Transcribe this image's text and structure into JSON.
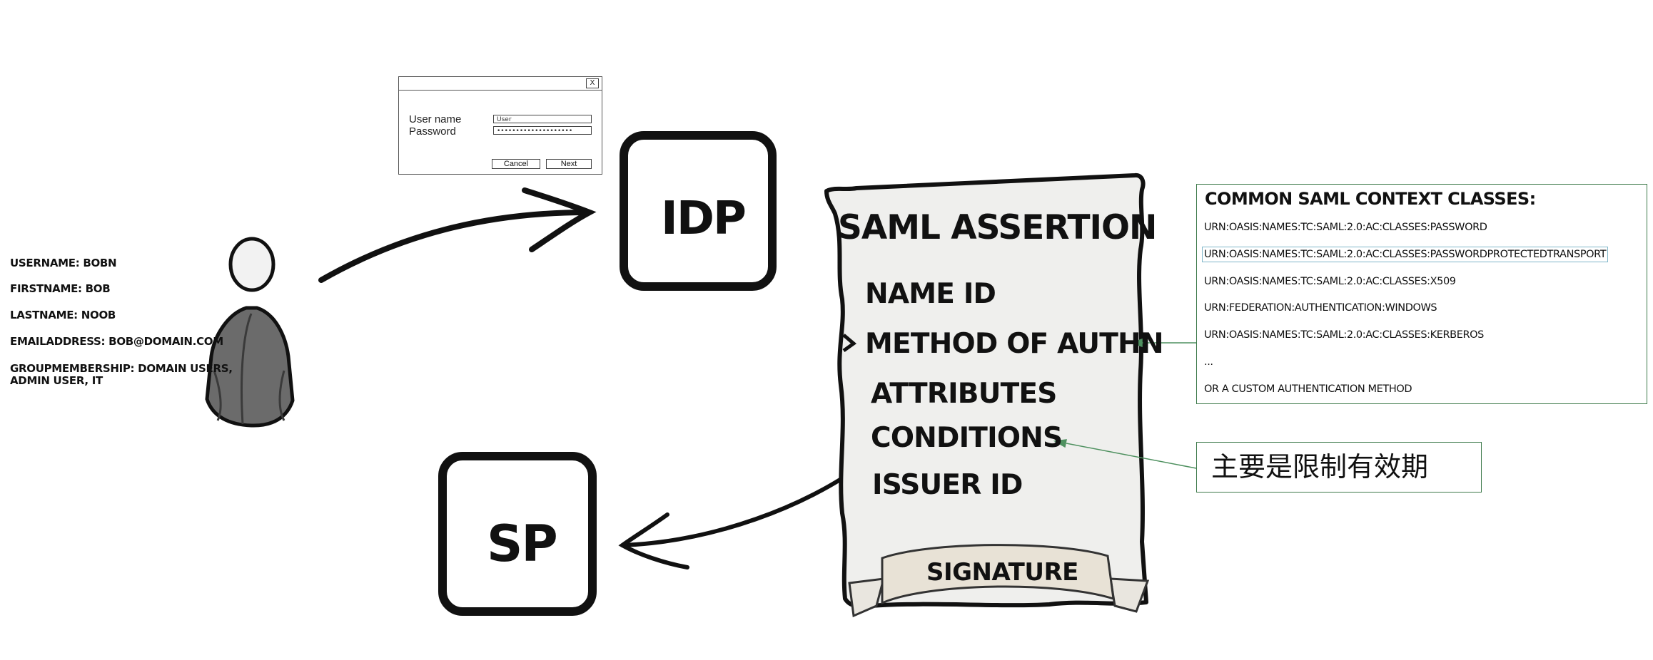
{
  "user": {
    "attributes": [
      "USERNAME: BOBN",
      "FIRSTNAME: BOB",
      "LASTNAME: NOOB",
      "EMAILADDRESS: BOB@DOMAIN.COM",
      "GROUPMEMBERSHIP: DOMAIN USERS,",
      "ADMIN USER, IT"
    ]
  },
  "login_dialog": {
    "close": "X",
    "username_label": "User name",
    "password_label": "Password",
    "username_value": "User",
    "password_value": "••••••••••••••••••••",
    "cancel": "Cancel",
    "next": "Next"
  },
  "nodes": {
    "idp": "IDP",
    "sp": "SP"
  },
  "assertion": {
    "title": "SAML ASSERTION",
    "items": [
      "NAME ID",
      "METHOD OF AUTHN",
      "ATTRIBUTES",
      "CONDITIONS",
      "ISSUER ID"
    ],
    "signature": "SIGNATURE"
  },
  "context_classes": {
    "title": "COMMON SAML CONTEXT CLASSES:",
    "items": [
      "URN:OASIS:NAMES:TC:SAML:2.0:AC:CLASSES:PASSWORD",
      "URN:OASIS:NAMES:TC:SAML:2.0:AC:CLASSES:PASSWORDPROTECTEDTRANSPORT",
      "URN:OASIS:NAMES:TC:SAML:2.0:AC:CLASSES:X509",
      "URN:FEDERATION:AUTHENTICATION:WINDOWS",
      "URN:OASIS:NAMES:TC:SAML:2.0:AC:CLASSES:KERBEROS",
      "...",
      "OR A CUSTOM AUTHENTICATION METHOD"
    ],
    "selected_index": 1
  },
  "note": {
    "text": "主要是限制有效期"
  },
  "colors": {
    "connector": "#4f9160",
    "panel_border": "#3d7a4a",
    "selection": "#7fb6c9",
    "scroll_fill": "#efefed"
  }
}
